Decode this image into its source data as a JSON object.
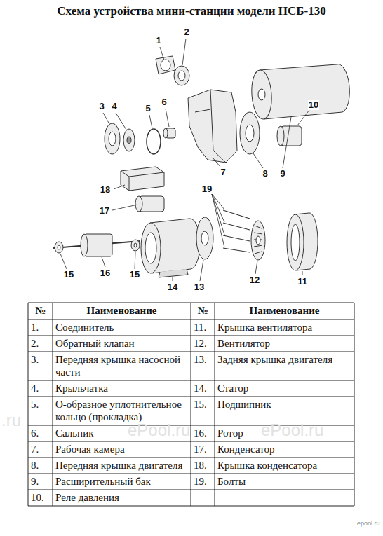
{
  "diagram": {
    "title": "Схема устройства мини-станции модели НСБ-130",
    "labels": [
      "1",
      "2",
      "3",
      "4",
      "5",
      "6",
      "7",
      "8",
      "9",
      "10",
      "11",
      "12",
      "13",
      "14",
      "15",
      "15",
      "16",
      "17",
      "18",
      "19",
      "№",
      "Наименование",
      "№",
      "Наименование",
      "1.",
      "Соединитель",
      "11.",
      "Крышка вентилятора",
      "2.",
      "Обратный клапан",
      "12.",
      "Вентилятор",
      "3.",
      "Передняя крышка насосной части",
      "13.",
      "Задняя крышка двигателя",
      "4.",
      "Крыльчатка",
      "14.",
      "Статор",
      "5.",
      "О-образное уплотнительное кольцо (прокладка)",
      "15.",
      "Подшипник",
      "6.",
      "Сальник",
      "16.",
      "Ротор",
      "7.",
      "Рабочая камера",
      "17.",
      "Конденсатор",
      "8.",
      "Передняя крышка двигателя",
      "18.",
      "Крышка конденсатора",
      "9.",
      "Расширительный бак",
      "19.",
      "Болты",
      "10.",
      "Реле давления",
      ".ru",
      "ePool.ru",
      "ePool.ru",
      "epool.ru"
    ]
  }
}
